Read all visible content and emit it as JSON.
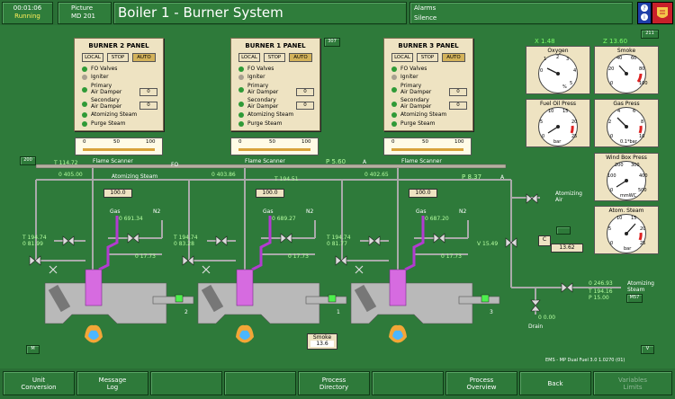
{
  "header": {
    "clock": "00:01:06",
    "status": "Running",
    "picture_label": "Picture",
    "picture_id": "MD  201",
    "title": "Boiler 1 - Burner System",
    "alarms": "Alarms",
    "silence": "Silence",
    "page_code": "211"
  },
  "panels": [
    {
      "title": "BURNER 2 PANEL",
      "local": "LOCAL",
      "stop": "STOP",
      "auto": "AUTO",
      "rows": [
        "FO Valves",
        "Igniter",
        "Primary\nAir Damper",
        "Secondary\nAir Damper",
        "Atomizing Steam",
        "Purge Steam"
      ],
      "primary_val": "0",
      "secondary_val": "0",
      "scale": [
        "0",
        "50",
        "100"
      ],
      "label": "Flame Scanner"
    },
    {
      "title": "BURNER 1 PANEL",
      "local": "LOCAL",
      "stop": "STOP",
      "auto": "AUTO",
      "rows": [
        "FO Valves",
        "Igniter",
        "Primary\nAir Damper",
        "Secondary\nAir Damper",
        "Atomizing Steam",
        "Purge Steam"
      ],
      "primary_val": "0",
      "secondary_val": "0",
      "scale": [
        "0",
        "50",
        "100"
      ],
      "label": "Flame Scanner"
    },
    {
      "title": "BURNER 3 PANEL",
      "local": "LOCAL",
      "stop": "STOP",
      "auto": "AUTO",
      "rows": [
        "FO Valves",
        "Igniter",
        "Primary\nAir Damper",
        "Secondary\nAir Damper",
        "Atomizing Steam",
        "Purge Steam"
      ],
      "primary_val": "0",
      "secondary_val": "0",
      "scale": [
        "0",
        "50",
        "100"
      ],
      "label": "Flame Scanner"
    }
  ],
  "panel_code": "307",
  "gauges": [
    {
      "title": "Oxygen",
      "top_label": "X 1.48",
      "ticks": [
        "1",
        "2",
        "3",
        "4",
        "5",
        "0"
      ],
      "unit": "%"
    },
    {
      "title": "Smoke",
      "top_label": "Z 13.60",
      "ticks": [
        "40",
        "60",
        "20",
        "80",
        "0",
        "100"
      ],
      "unit": ""
    },
    {
      "title": "Fuel Oil Press",
      "ticks": [
        "10",
        "15",
        "5",
        "20",
        "0",
        "25"
      ],
      "unit": "bar"
    },
    {
      "title": "Gas Press",
      "ticks": [
        "4",
        "6",
        "2",
        "8",
        "0",
        "10"
      ],
      "unit": "0.1*bar"
    },
    {
      "title": "Wind Box Press",
      "ticks": [
        "200",
        "300",
        "100",
        "400",
        "0",
        "500"
      ],
      "unit": "mmWC"
    },
    {
      "title": "Atom. Steam",
      "ticks": [
        "10",
        "15",
        "5",
        "20",
        "0",
        "25"
      ],
      "unit": "bar"
    }
  ],
  "process": {
    "code_200": "200",
    "t_main": "T 114.72",
    "fo_label": "FO",
    "p_main": "P 5.60",
    "a_label": "A",
    "flow_1": "0 405.00",
    "flow_2": "0 403.86",
    "flow_3": "0 402.65",
    "t_194": "T 194.51",
    "p_837": "P 8.37",
    "atom_steam": "Atomizing Steam",
    "valve_box_1": "100.0",
    "valve_box_2": "100.0",
    "valve_box_3": "100.0",
    "gas": "Gas",
    "n2": "N2",
    "gas_flow_1": "0 691.34",
    "gas_flow_2": "0 689.27",
    "gas_flow_3": "0 687.20",
    "t_left_1": "T 194.74",
    "o_left_1": "0 81.99",
    "t_left_2": "T 194.74",
    "o_left_2": "0 83.28",
    "t_left_3": "T 194.74",
    "o_left_3": "0 81.77",
    "o_17_1": "0 17.73",
    "o_17_2": "0 17.73",
    "o_17_3": "0 17.73",
    "v_1549": "V 15.49",
    "c_label": "C",
    "c_val": "13.62",
    "atomizing_air": "Atomizing\nAir",
    "flow_atom": "0 246.93",
    "t_atom": "T 194.16",
    "p_atom": "P 15.00",
    "atomizing_steam2": "Atomizing\nSteam",
    "drain": "Drain",
    "o_drain": "0 0.00",
    "m57": "M57",
    "burner_nums": [
      "2",
      "1",
      "3"
    ],
    "smoke_label": "Smoke",
    "smoke_val": "13.6",
    "m_btn": "M",
    "v_btn": "V",
    "version": "EMS - MP Dual Fuel 3.0 1.0270 (01)"
  },
  "bottom": [
    {
      "l1": "Unit",
      "l2": "Conversion"
    },
    {
      "l1": "Message",
      "l2": "Log"
    },
    {
      "l1": "",
      "l2": ""
    },
    {
      "l1": "",
      "l2": ""
    },
    {
      "l1": "Process",
      "l2": "Directory"
    },
    {
      "l1": "",
      "l2": ""
    },
    {
      "l1": "Process",
      "l2": "Overview"
    },
    {
      "l1": "Back",
      "l2": ""
    },
    {
      "l1": "Variables",
      "l2": "Limits"
    }
  ]
}
